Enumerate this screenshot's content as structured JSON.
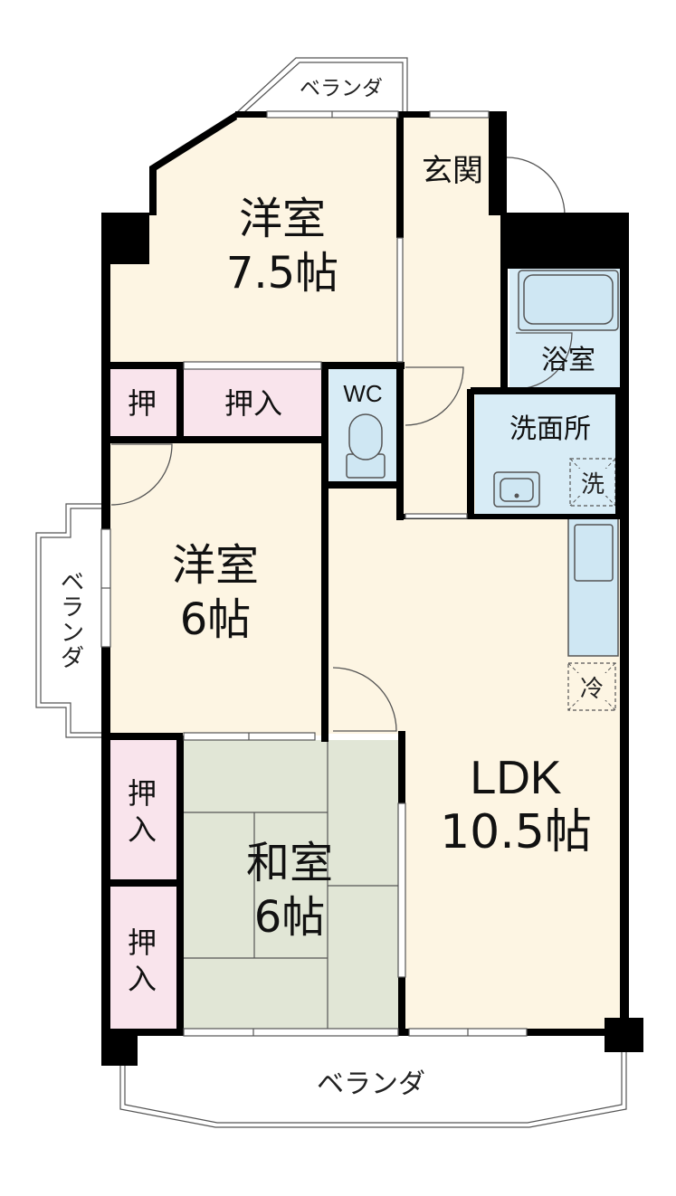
{
  "colors": {
    "floor": "#fdf5e3",
    "tatami": "#e1e6d6",
    "closet": "#f9e4ec",
    "wet": "#d8ecf6",
    "wall": "#000000"
  },
  "rooms": {
    "western_75": {
      "name": "洋室",
      "size": "7.5帖"
    },
    "entrance": {
      "name": "玄関"
    },
    "bath": {
      "name": "浴室"
    },
    "wc": {
      "name": "WC"
    },
    "washroom": {
      "name": "洗面所",
      "washer": "洗"
    },
    "closet_small": {
      "name": "押"
    },
    "closet_top": {
      "name": "押入"
    },
    "western_6": {
      "name": "洋室",
      "size": "6帖"
    },
    "ldk": {
      "name": "LDK",
      "size": "10.5帖",
      "fridge": "冷"
    },
    "japanese": {
      "name": "和室",
      "size": "6帖"
    },
    "closet_japanese_1": {
      "line1": "押",
      "line2": "入"
    },
    "closet_japanese_2": {
      "line1": "押",
      "line2": "入"
    }
  },
  "balconies": {
    "top": "ベランダ",
    "left": [
      "ベ",
      "ラ",
      "ン",
      "ダ"
    ],
    "bottom": "ベランダ"
  }
}
